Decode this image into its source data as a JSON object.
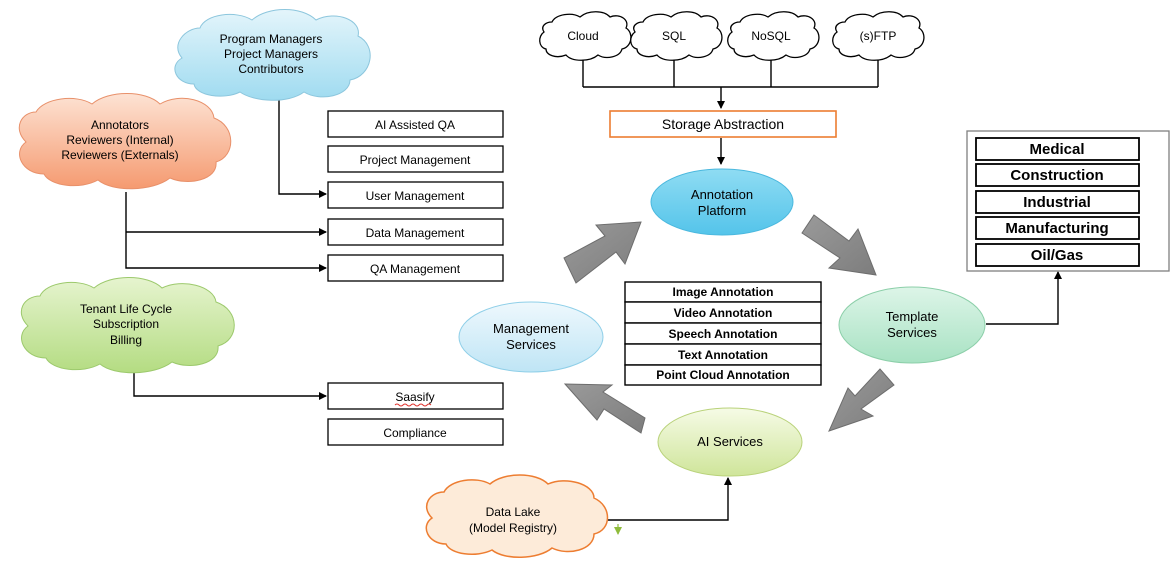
{
  "clouds": {
    "managers": [
      "Program Managers",
      "Project Managers",
      "Contributors"
    ],
    "annotators": [
      "Annotators",
      "Reviewers (Internal)",
      "Reviewers (Externals)"
    ],
    "tenant": [
      "Tenant Life Cycle",
      "Subscription",
      "Billing"
    ],
    "data_lake": [
      "Data Lake",
      "(Model Registry)"
    ]
  },
  "storage": {
    "sources": [
      "Cloud",
      "SQL",
      "NoSQL",
      "(s)FTP"
    ],
    "abstraction": "Storage Abstraction"
  },
  "management_boxes": [
    "AI Assisted QA",
    "Project Management",
    "User Management",
    "Data Management",
    "QA Management"
  ],
  "saas_boxes": [
    "Saasify",
    "Compliance"
  ],
  "services": {
    "annotation_platform": [
      "Annotation",
      "Platform"
    ],
    "template_services": [
      "Template",
      "Services"
    ],
    "ai_services": "AI Services",
    "management_services": [
      "Management",
      "Services"
    ]
  },
  "annotation_types": [
    "Image Annotation",
    "Video Annotation",
    "Speech Annotation",
    "Text Annotation",
    "Point Cloud Annotation"
  ],
  "industries": [
    "Medical",
    "Construction",
    "Industrial",
    "Manufacturing",
    "Oil/Gas"
  ],
  "colors": {
    "blue_ellipse": "#6cd0ee",
    "green_ellipse": "#c2ecd6",
    "ai_ellipse": "#e2f1bd",
    "mgmt_ellipse": "#d3eefa",
    "storage_border": "#ed7d31",
    "arrow_gray": "#8c8c8c"
  }
}
